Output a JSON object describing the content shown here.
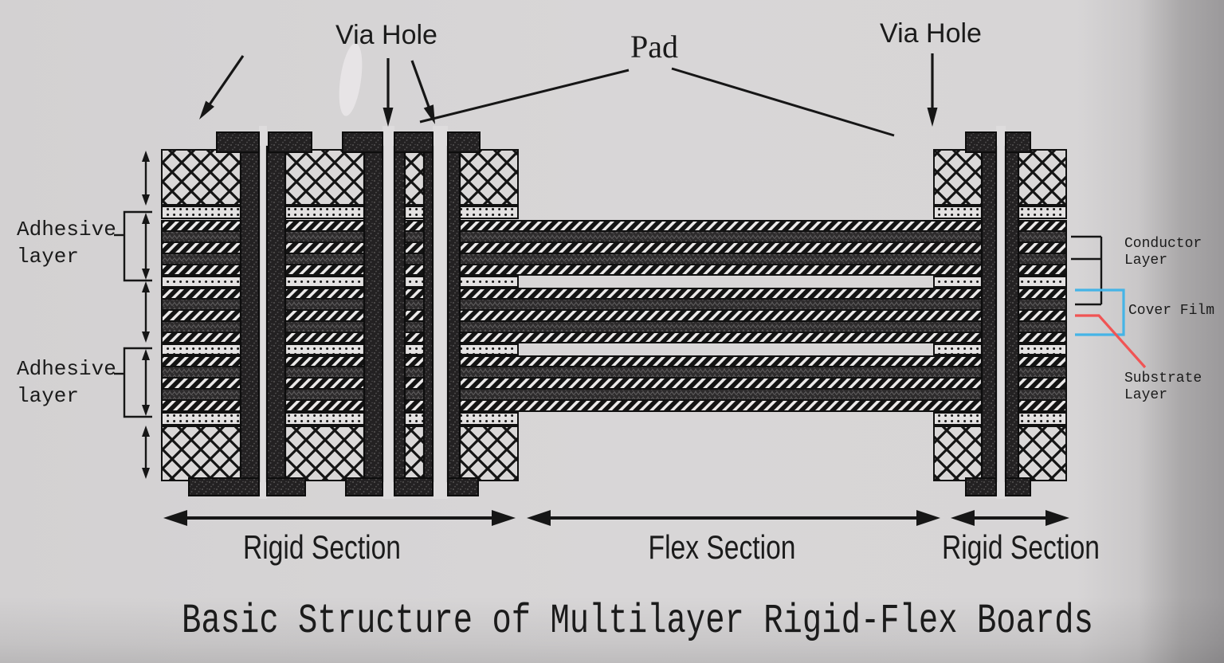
{
  "title": "Basic Structure of Multilayer Rigid-Flex Boards",
  "annotations": {
    "via_hole_left": "Via Hole",
    "via_hole_right": "Via Hole",
    "pad": "Pad",
    "adhesive_layer_top": "Adhesive\nlayer",
    "adhesive_layer_bottom": "Adhesive\nlayer",
    "conductor_layer": "Conductor\nLayer",
    "cover_film": "Cover Film",
    "substrate_layer": "Substrate\nLayer"
  },
  "sections": {
    "rigid_left": "Rigid Section",
    "flex": "Flex Section",
    "rigid_right": "Rigid Section"
  },
  "colors": {
    "background": "#dedcdd",
    "ink": "#161616",
    "conductor_callout": "#161616",
    "cover_film_callout": "#45b4e6",
    "substrate_callout": "#f05454"
  },
  "structure": {
    "flex_circuit_count": 3,
    "via_hole_count": 4,
    "flex_circuit_layers": [
      "cover film",
      "conductor",
      "substrate",
      "conductor",
      "cover film"
    ],
    "board_stack_top_to_bottom": [
      "rigid board (crosshatch)",
      "adhesive layer (dots)",
      "flex circuit 1",
      "adhesive layer (rigid sections only)",
      "flex circuit 2",
      "adhesive layer (rigid sections only)",
      "flex circuit 3",
      "adhesive layer (dots)",
      "rigid board (crosshatch)"
    ]
  }
}
